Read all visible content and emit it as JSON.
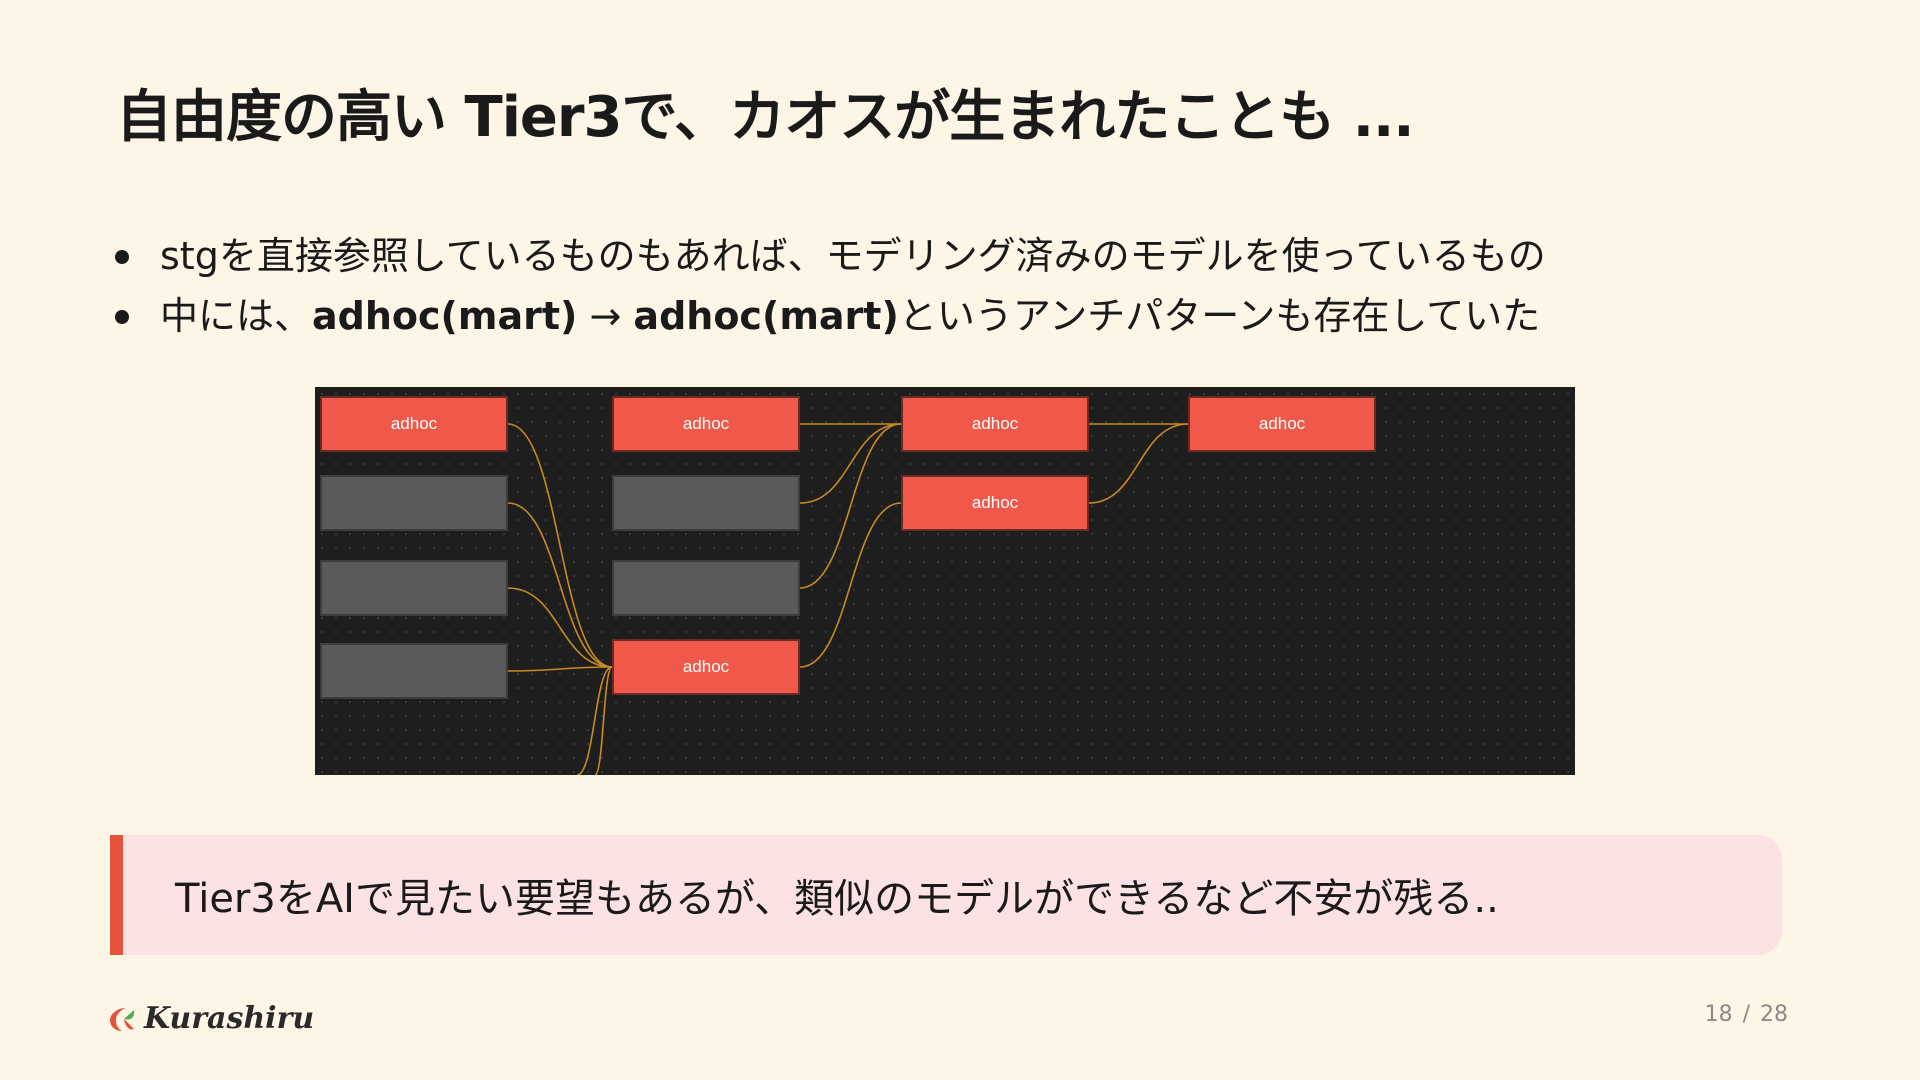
{
  "slide": {
    "title": "自由度の高い Tier3で、カオスが生まれたことも ...",
    "bullets": [
      {
        "text": "stgを直接参照しているものもあれば、モデリング済みのモデルを使っているもの"
      },
      {
        "pre": "中には、",
        "bold1": "adhoc(mart)",
        "arrow": " → ",
        "bold2": "adhoc(mart)",
        "post": "というアンチパターンも存在していた"
      }
    ],
    "callout": "Tier3をAIで見たい要望もあるが、類似のモデルができるなど不安が残る.."
  },
  "diagram": {
    "node_label": "adhoc",
    "colors": {
      "adhoc": "#F0584A",
      "plain": "#5a5a5a",
      "edge": "#C98A22",
      "background": "#1e1e1e"
    },
    "nodes": [
      {
        "id": "c0r0",
        "kind": "adhoc",
        "label": "adhoc"
      },
      {
        "id": "c0r1",
        "kind": "plain",
        "label": ""
      },
      {
        "id": "c0r2",
        "kind": "plain",
        "label": ""
      },
      {
        "id": "c0r3",
        "kind": "plain",
        "label": ""
      },
      {
        "id": "c1r0",
        "kind": "adhoc",
        "label": "adhoc"
      },
      {
        "id": "c1r1",
        "kind": "plain",
        "label": ""
      },
      {
        "id": "c1r2",
        "kind": "plain",
        "label": ""
      },
      {
        "id": "c1r3",
        "kind": "adhoc",
        "label": "adhoc"
      },
      {
        "id": "c2r0",
        "kind": "adhoc",
        "label": "adhoc"
      },
      {
        "id": "c2r1",
        "kind": "adhoc",
        "label": "adhoc"
      },
      {
        "id": "c3r0",
        "kind": "adhoc",
        "label": "adhoc"
      }
    ],
    "edges": [
      [
        "c0r0",
        "c1r3"
      ],
      [
        "c0r1",
        "c1r3"
      ],
      [
        "c0r2",
        "c1r3"
      ],
      [
        "c0r3",
        "c1r3"
      ],
      [
        "c1r0",
        "c2r0"
      ],
      [
        "c1r1",
        "c2r0"
      ],
      [
        "c1r2",
        "c2r0"
      ],
      [
        "c1r3",
        "c2r1"
      ],
      [
        "c2r0",
        "c3r0"
      ],
      [
        "c2r1",
        "c3r0"
      ]
    ]
  },
  "footer": {
    "logo": "Kurashiru",
    "page_current": "18",
    "page_separator": "/",
    "page_total": "28"
  }
}
